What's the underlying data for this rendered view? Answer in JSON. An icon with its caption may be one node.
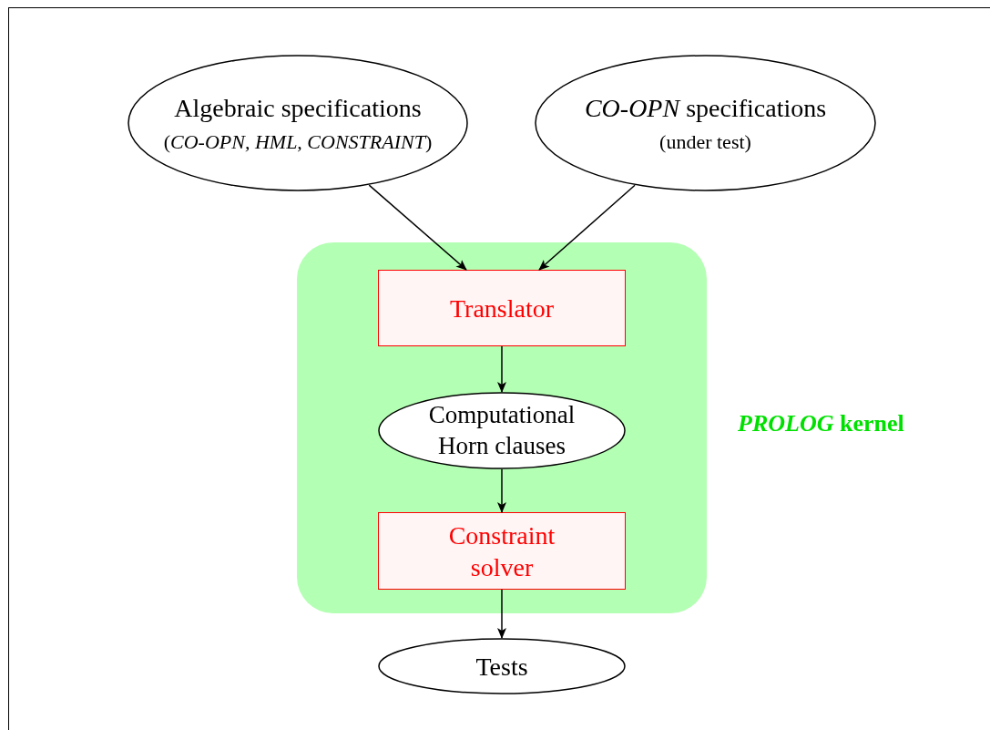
{
  "diagram": {
    "nodes": [
      {
        "text": [
          "Algebraic specifications",
          "(*CO-OPN, HML, CONSTRAINT*)"
        ]
      },
      {
        "text": [
          "*CO-OPN* specifications",
          "(under test)"
        ]
      },
      {
        "text": [
          "*PROLOG* kernel"
        ]
      },
      {
        "text": [
          "Translator"
        ],
        "in": 2
      },
      {
        "text": [
          "Computational Horn clauses"
        ],
        "in": 2
      },
      {
        "text": [
          "Constraint solver"
        ],
        "in": 2
      },
      {
        "text": [
          "Tests"
        ]
      }
    ],
    "edges": [
      {
        "from": 0,
        "to": 3,
        "arrow": "to"
      },
      {
        "from": 1,
        "to": 3,
        "arrow": "to"
      },
      {
        "from": 3,
        "to": 4,
        "arrow": "to"
      },
      {
        "from": 4,
        "to": 5,
        "arrow": "to"
      },
      {
        "from": 5,
        "to": 6,
        "arrow": "to"
      }
    ]
  }
}
